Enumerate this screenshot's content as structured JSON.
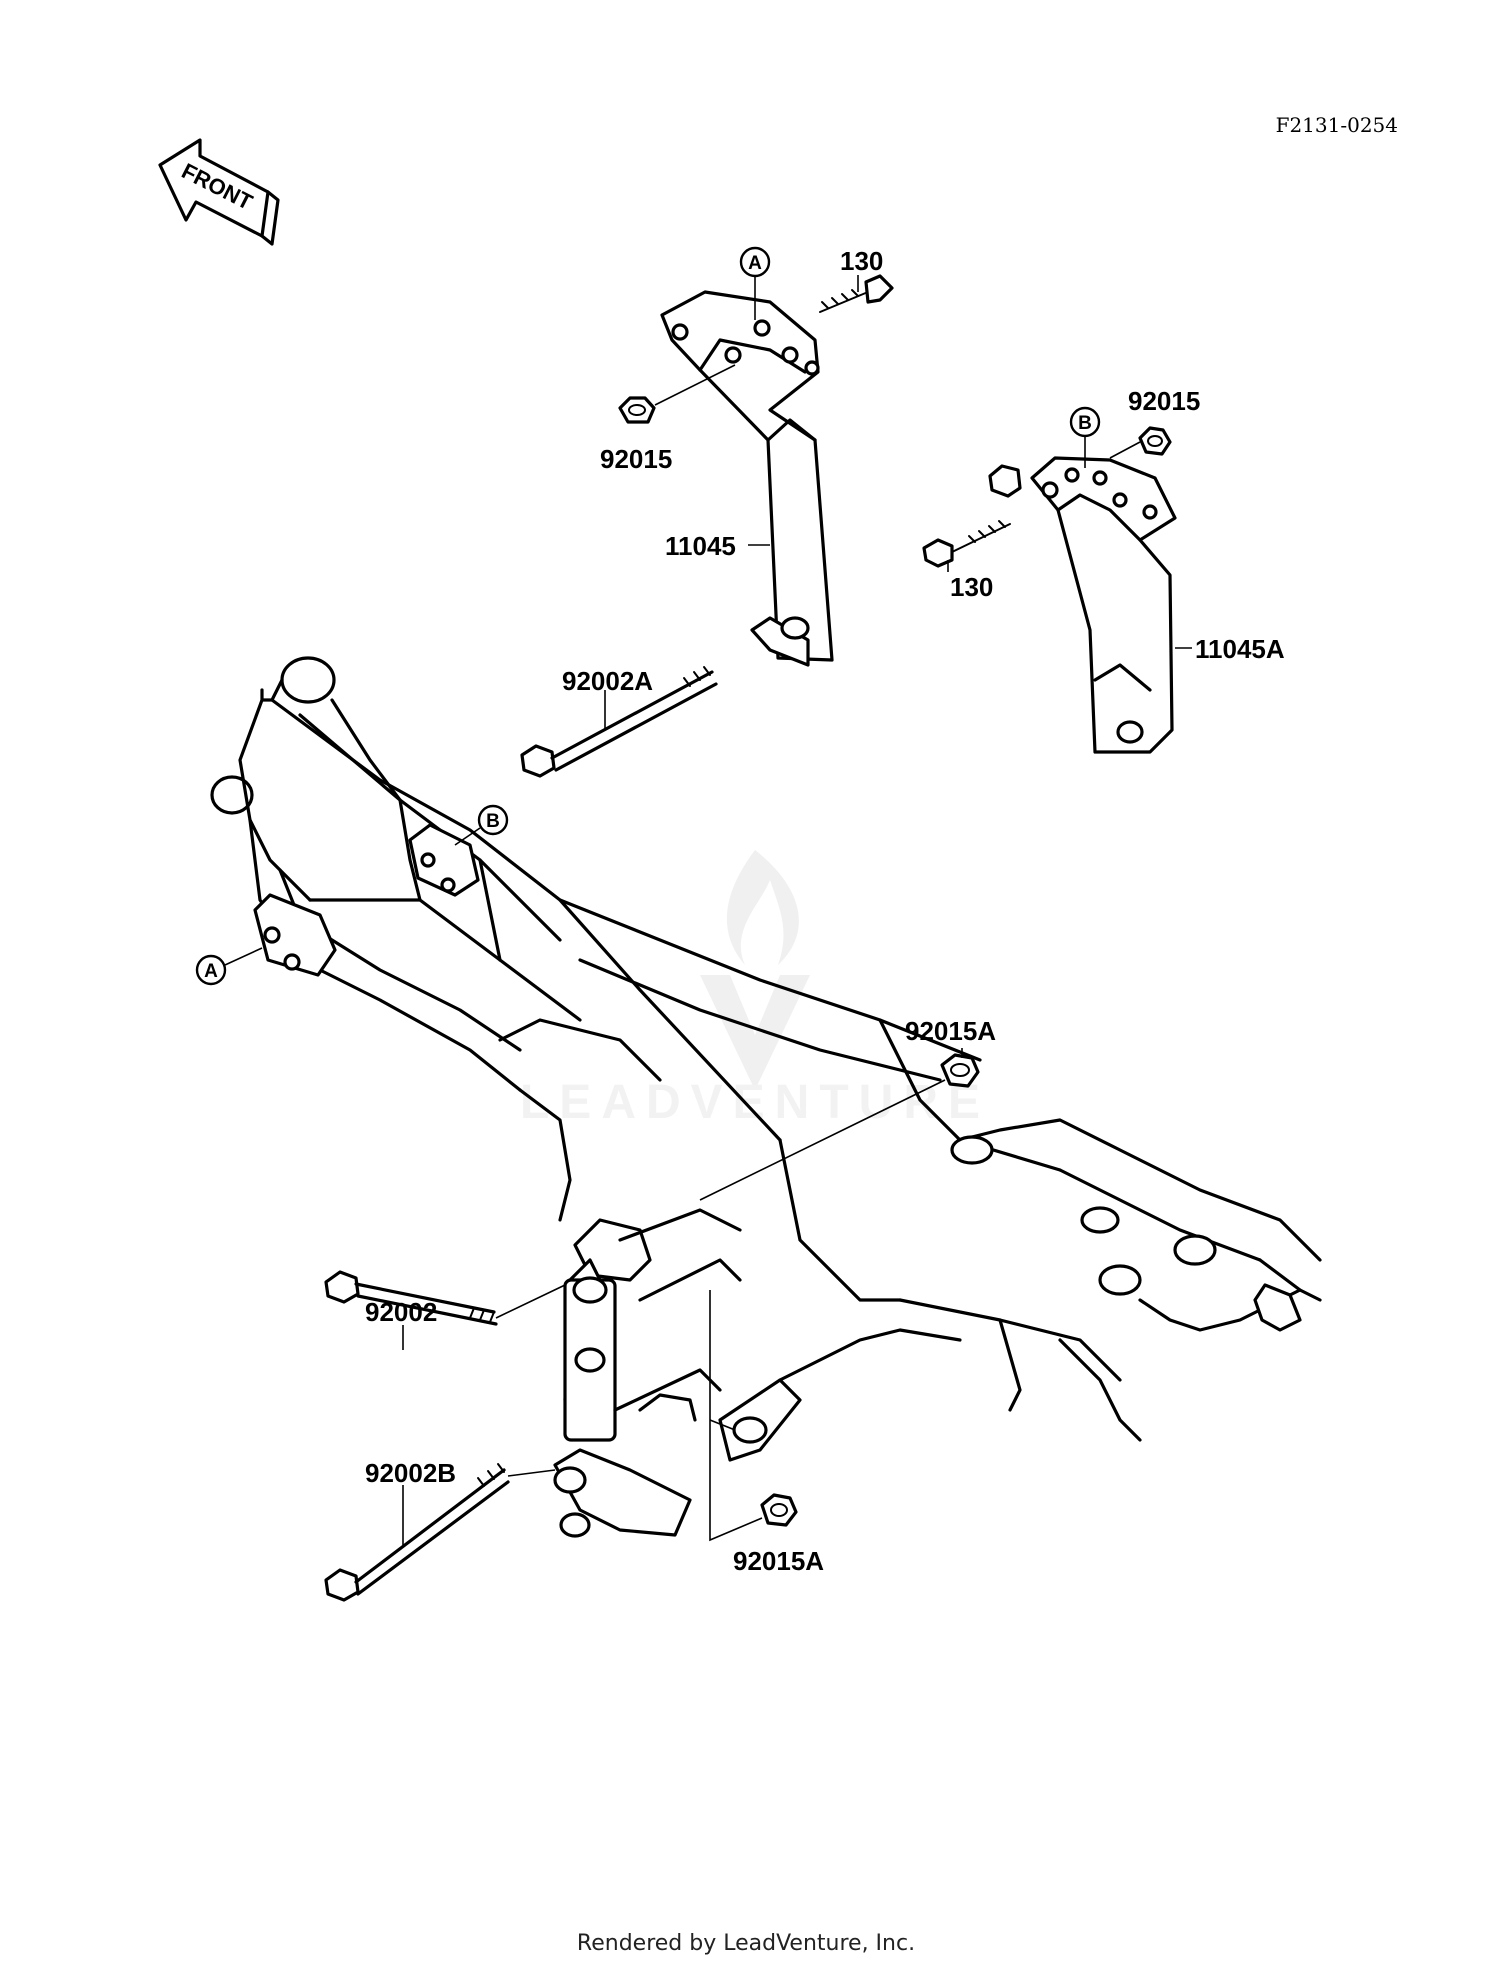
{
  "diagram_id": "F2131-0254",
  "front_arrow_label": "FRONT",
  "footer": "Rendered by LeadVenture, Inc.",
  "watermark": "LEADVENTURE",
  "callouts": {
    "a_top": "A",
    "a_frame": "A",
    "b_top": "B",
    "b_frame": "B"
  },
  "parts": {
    "bolt_130_left": "130",
    "nut_92015_left": "92015",
    "bracket_11045": "11045",
    "nut_92015_right": "92015",
    "bolt_130_right": "130",
    "bracket_11045A": "11045A",
    "bolt_92002A": "92002A",
    "nut_92015A_top": "92015A",
    "bolt_92002": "92002",
    "bolt_92002B": "92002B",
    "nut_92015A_bottom": "92015A"
  }
}
